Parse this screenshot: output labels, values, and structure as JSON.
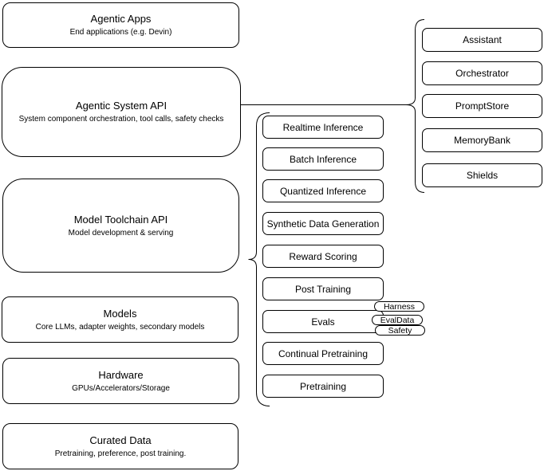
{
  "stack": [
    {
      "title": "Agentic Apps",
      "subtitle": "End applications (e.g. Devin)"
    },
    {
      "title": "Agentic System API",
      "subtitle": "System component orchestration, tool calls, safety checks"
    },
    {
      "title": "Model Toolchain API",
      "subtitle": "Model development & serving"
    },
    {
      "title": "Models",
      "subtitle": "Core LLMs, adapter weights, secondary models"
    },
    {
      "title": "Hardware",
      "subtitle": "GPUs/Accelerators/Storage"
    },
    {
      "title": "Curated Data",
      "subtitle": "Pretraining, preference, post training."
    }
  ],
  "toolchain_components": [
    "Realtime Inference",
    "Batch Inference",
    "Quantized Inference",
    "Synthetic Data Generation",
    "Reward Scoring",
    "Post Training",
    "Evals",
    "Continual Pretraining",
    "Pretraining"
  ],
  "evals_tags": [
    "Harness",
    "EvalData",
    "Safety"
  ],
  "system_components": [
    "Assistant",
    "Orchestrator",
    "PromptStore",
    "MemoryBank",
    "Shields"
  ],
  "colors": {
    "stroke": "#000000",
    "background": "#ffffff",
    "text": "#000000"
  }
}
